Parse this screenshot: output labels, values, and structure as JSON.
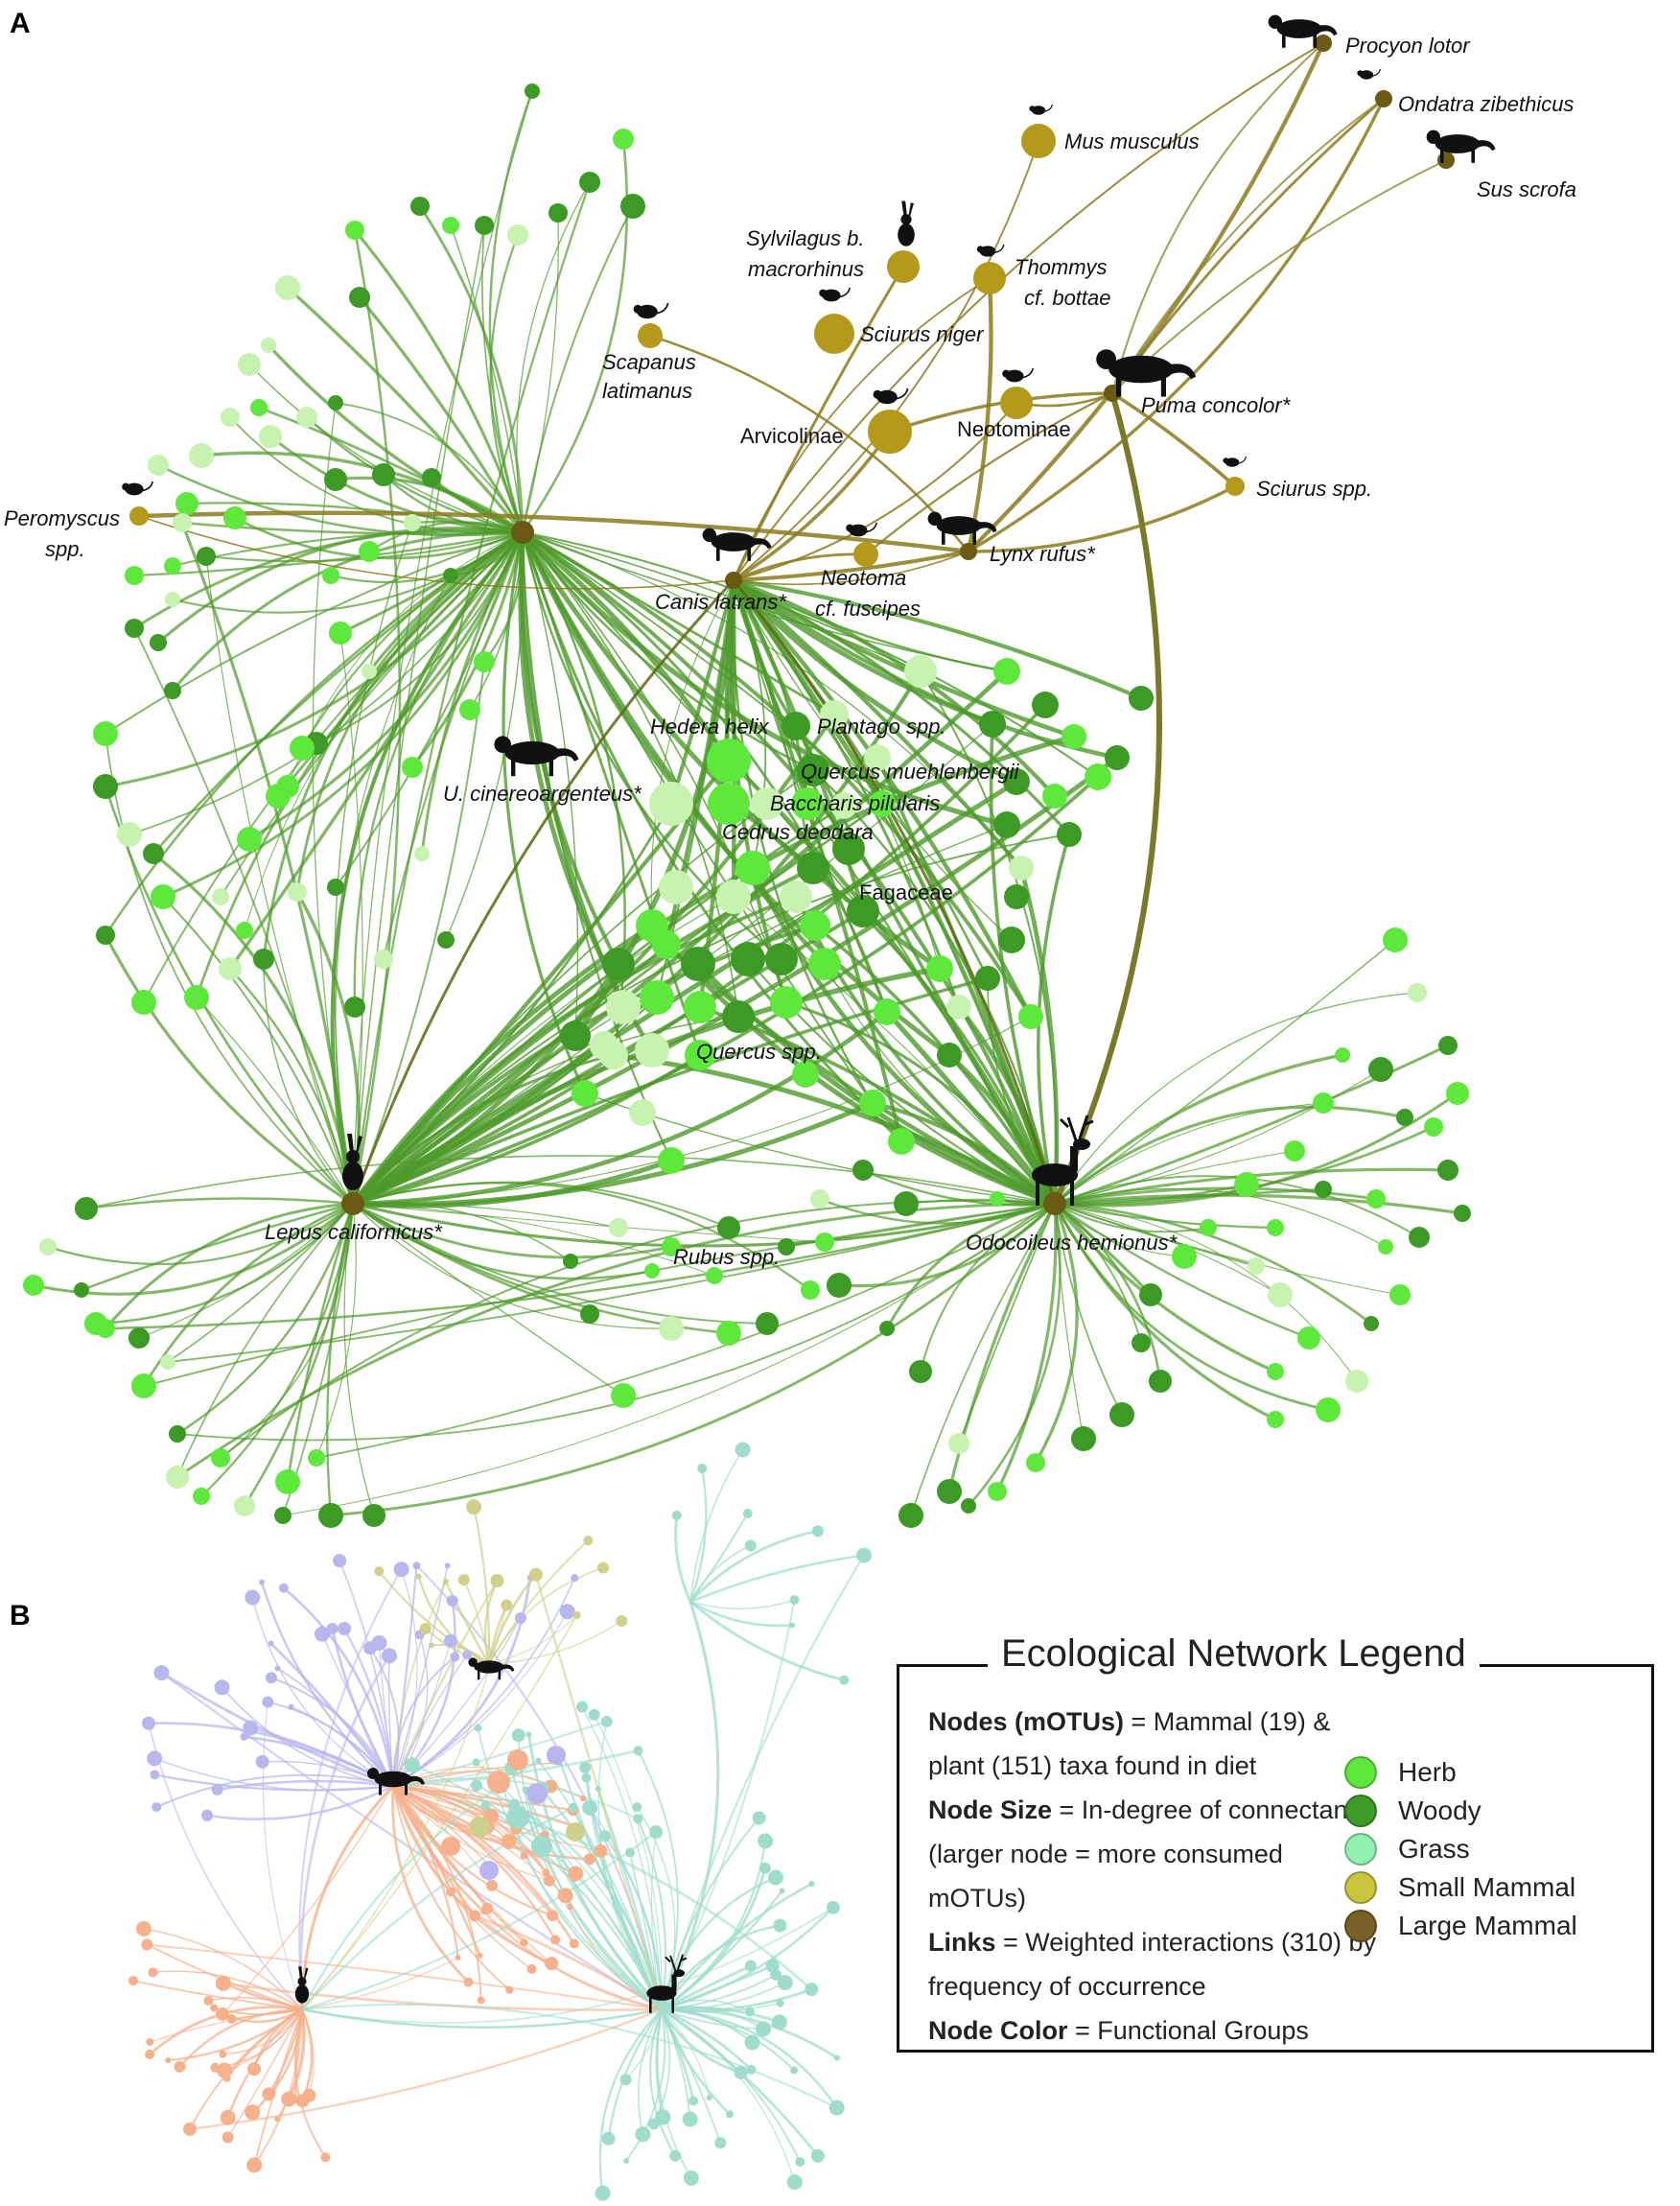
{
  "panels": {
    "a": "A",
    "b": "B"
  },
  "colors": {
    "herb": "#5fe83c",
    "woody": "#3c9a25",
    "grass": "#c8f2b0",
    "small_mammal": "#b39a1b",
    "large_mammal": "#6b5a14",
    "link": "#4e9a2a",
    "link_mammal": "#8a7a1c",
    "b_orange": "#f5b08c",
    "b_purple": "#b9b6ee",
    "b_teal": "#9fdccc",
    "b_olive": "#cfd08c"
  },
  "labels_a": [
    {
      "id": "procyon",
      "text": "Procyon lotor",
      "italic": true
    },
    {
      "id": "ondatra",
      "text": "Ondatra zibethicus",
      "italic": true
    },
    {
      "id": "sus",
      "text": "Sus scrofa",
      "italic": true
    },
    {
      "id": "mus",
      "text": "Mus musculus",
      "italic": true
    },
    {
      "id": "sylv1",
      "text": "Sylvilagus b.",
      "italic": true
    },
    {
      "id": "sylv2",
      "text": "macrorhinus",
      "italic": true
    },
    {
      "id": "thom1",
      "text": "Thommys",
      "italic": true
    },
    {
      "id": "thom2",
      "text": "cf. bottae",
      "italic": true
    },
    {
      "id": "sciurus_niger",
      "text": "Sciurus niger",
      "italic": true
    },
    {
      "id": "scap1",
      "text": "Scapanus",
      "italic": true
    },
    {
      "id": "scap2",
      "text": "latimanus",
      "italic": true
    },
    {
      "id": "puma",
      "text": "Puma concolor*",
      "italic": true
    },
    {
      "id": "arvicolinae",
      "text": "Arvicolinae",
      "italic": false
    },
    {
      "id": "neotominae",
      "text": "Neotominae",
      "italic": false
    },
    {
      "id": "sciurus_spp",
      "text": "Sciurus spp.",
      "italic": true
    },
    {
      "id": "pero1",
      "text": "Peromyscus",
      "italic": true
    },
    {
      "id": "pero2",
      "text": "spp.",
      "italic": true
    },
    {
      "id": "lynx",
      "text": "Lynx rufus*",
      "italic": true
    },
    {
      "id": "neot1",
      "text": "Neotoma",
      "italic": true
    },
    {
      "id": "neot2",
      "text": "cf. fuscipes",
      "italic": true
    },
    {
      "id": "canis",
      "text": "Canis latrans*",
      "italic": true
    },
    {
      "id": "hedera",
      "text": "Hedera helix",
      "italic": true
    },
    {
      "id": "plantago",
      "text": "Plantago spp.",
      "italic": true
    },
    {
      "id": "qmuehl",
      "text": "Quercus muehlenbergii",
      "italic": true
    },
    {
      "id": "baccharis",
      "text": "Baccharis pilularis",
      "italic": true
    },
    {
      "id": "urocyon",
      "text": "U. cinereoargenteus*",
      "italic": true
    },
    {
      "id": "cedrus",
      "text": "Cedrus deodara",
      "italic": true
    },
    {
      "id": "fagaceae",
      "text": "Fagaceae",
      "italic": false
    },
    {
      "id": "quercus_spp",
      "text": "Quercus spp.",
      "italic": true
    },
    {
      "id": "rubus",
      "text": "Rubus spp.",
      "italic": true
    },
    {
      "id": "lepus",
      "text": "Lepus californicus*",
      "italic": true
    },
    {
      "id": "odocoileus",
      "text": "Odocoileus hemionus*",
      "italic": true
    }
  ],
  "legend": {
    "title": "Ecological Network Legend",
    "nodes_term": "Nodes (mOTUs)",
    "nodes_def": " = Mammal (19) & plant (151) taxa found in diet",
    "size_term": "Node Size",
    "size_def": " = In-degree of connectance (larger node = more consumed mOTUs)",
    "links_term": "Links",
    "links_def": " = Weighted interactions (310) by frequency of occurrence",
    "color_term": "Node Color",
    "color_def": " = Functional Groups",
    "keys": [
      {
        "label": "Herb",
        "color": "#5fe83c"
      },
      {
        "label": "Woody",
        "color": "#3c9a25"
      },
      {
        "label": "Grass",
        "color": "#8ff0b0"
      },
      {
        "label": "Small Mammal",
        "color": "#c8c63c"
      },
      {
        "label": "Large Mammal",
        "color": "#7a5f28"
      }
    ]
  }
}
